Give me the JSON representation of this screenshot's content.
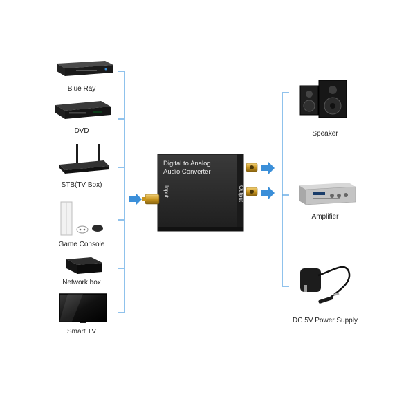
{
  "inputs": [
    {
      "label": "Blue Ray",
      "icon": "blu-ray-player-icon"
    },
    {
      "label": "DVD",
      "icon": "dvd-player-icon"
    },
    {
      "label": "STB(TV Box)",
      "icon": "router-set-top-box-icon"
    },
    {
      "label": "Game Console",
      "icon": "game-console-icon"
    },
    {
      "label": "Network box",
      "icon": "network-box-icon"
    },
    {
      "label": "Smart TV",
      "icon": "smart-tv-icon"
    }
  ],
  "converter": {
    "title_line1": "Digital to Analog",
    "title_line2": "Audio Converter",
    "input_label": "Input",
    "output_label": "Output"
  },
  "outputs": [
    {
      "label": "Speaker",
      "icon": "speaker-icon"
    },
    {
      "label": "Amplifier",
      "icon": "amplifier-icon"
    },
    {
      "label": "DC 5V Power Supply",
      "icon": "power-adapter-icon"
    }
  ],
  "colors": {
    "connector_line": "#6aaee6",
    "arrow": "#3b8fd9",
    "device_body": "#2b2b2b",
    "gold_port": "#d4a52a"
  }
}
